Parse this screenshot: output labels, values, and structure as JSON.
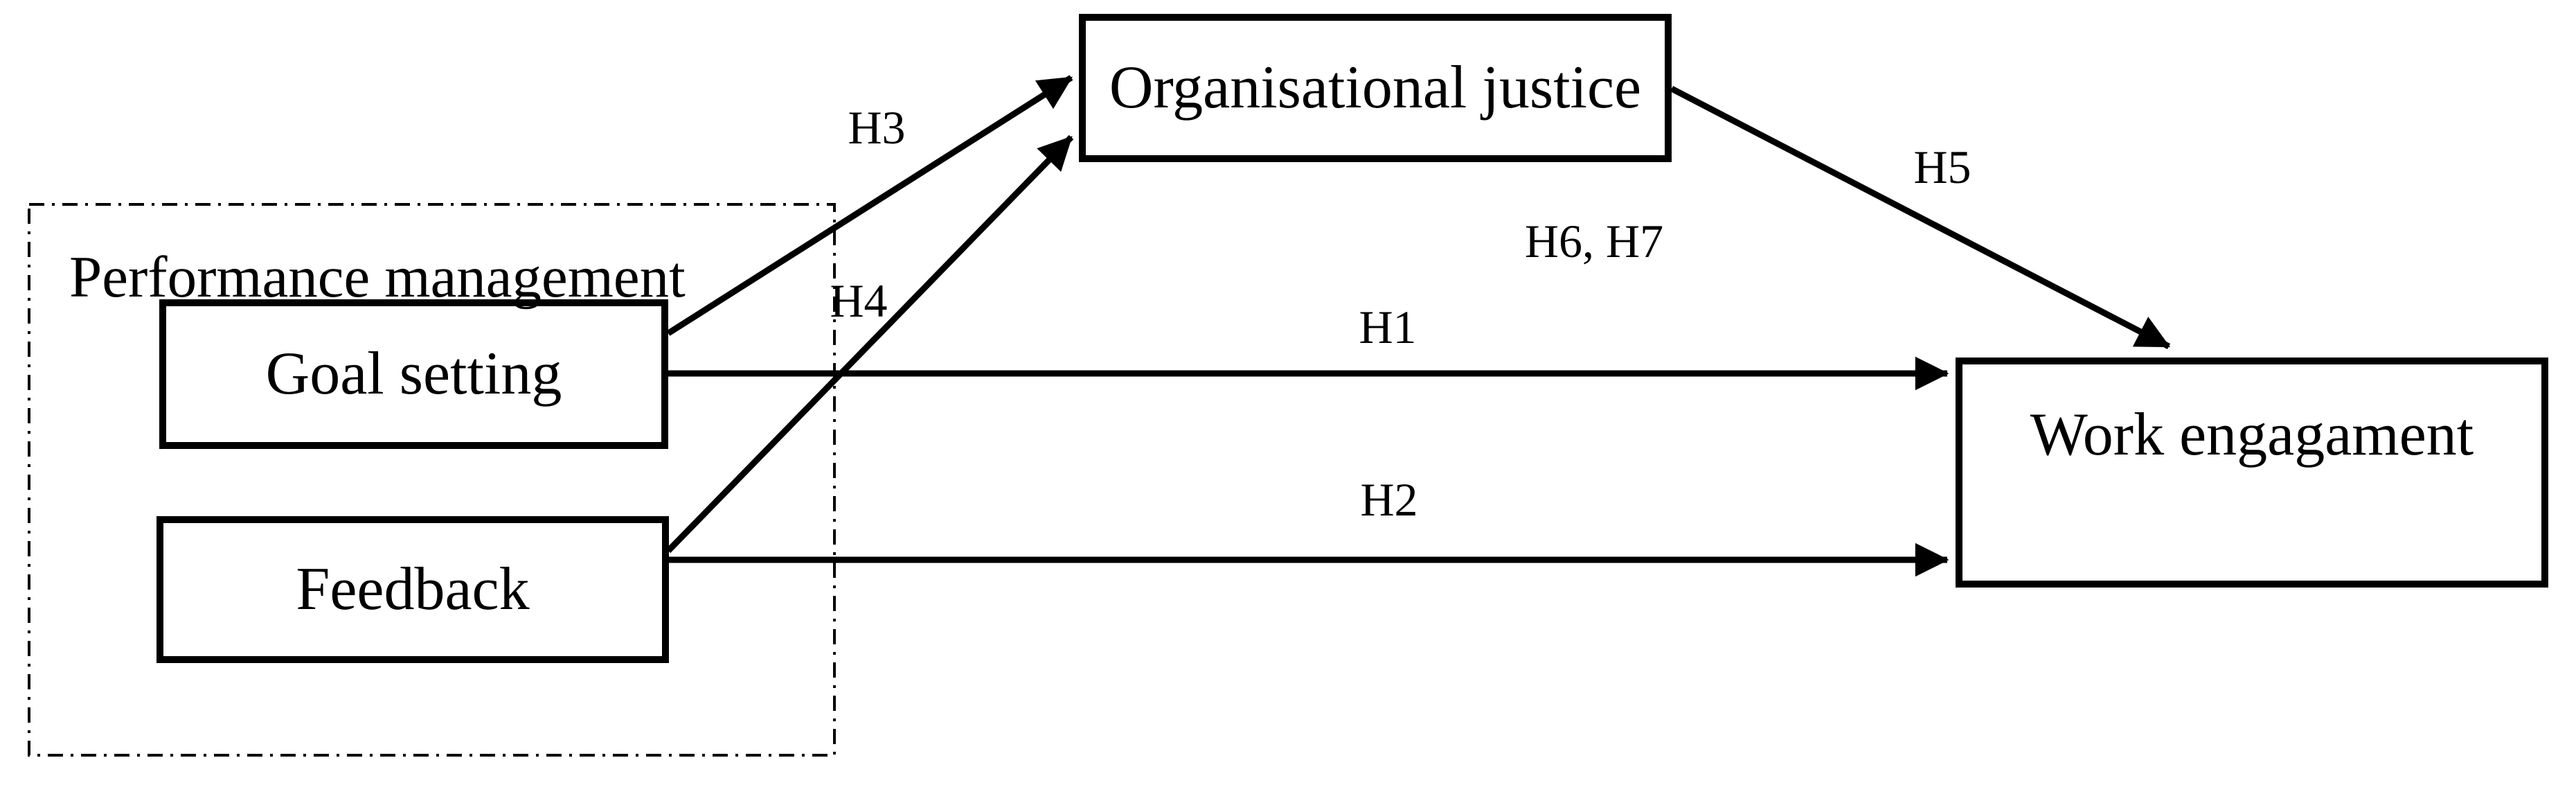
{
  "diagram": {
    "group_label": "Performance management",
    "boxes": {
      "goal_setting": "Goal setting",
      "feedback": "Feedback",
      "organisational_justice": "Organisational justice",
      "work_engagement": "Work engagament"
    },
    "hypothesis_labels": {
      "h1": "H1",
      "h2": "H2",
      "h3": "H3",
      "h4": "H4",
      "h5": "H5",
      "h6_h7": "H6, H7"
    },
    "colors": {
      "line": "#000000",
      "background": "#ffffff",
      "text": "#000000"
    }
  }
}
